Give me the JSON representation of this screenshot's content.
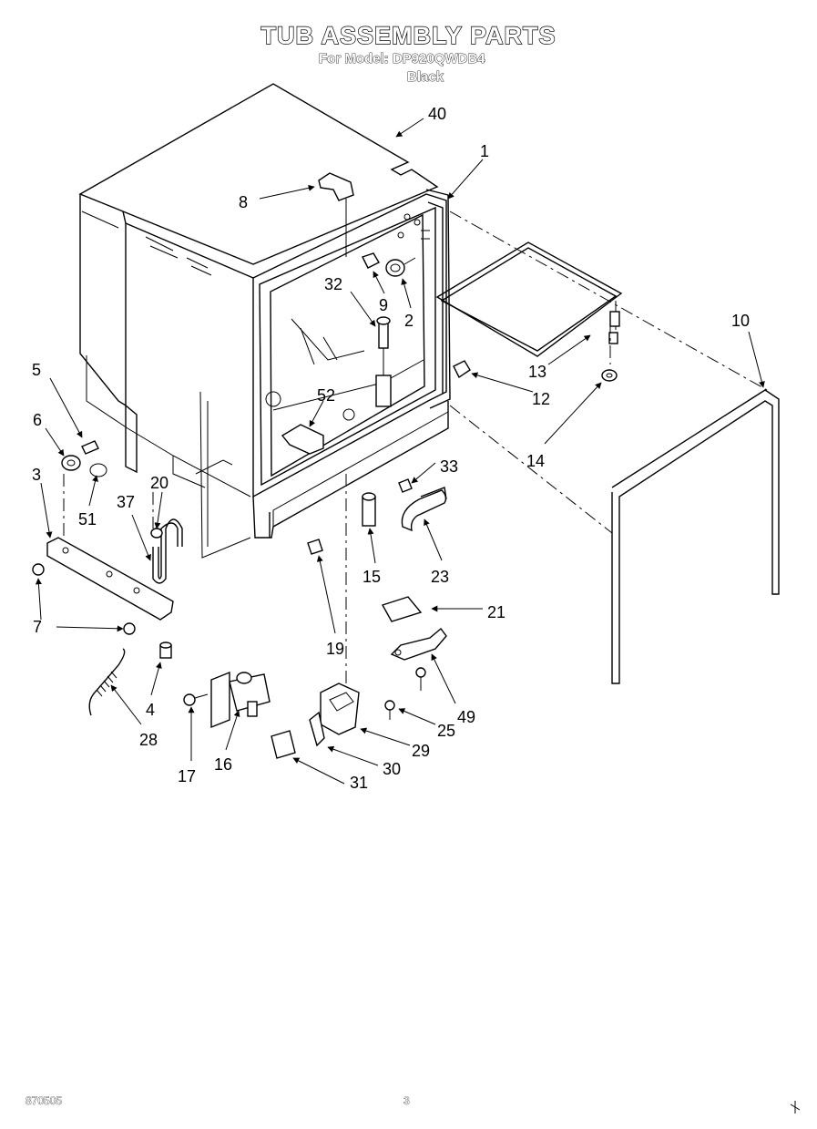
{
  "header": {
    "title": "TUB ASSEMBLY PARTS",
    "model_line": "For Model: DP920QWDB4",
    "color": "Black"
  },
  "footer": {
    "doc_number": "870505",
    "page_number": "3"
  },
  "callouts": {
    "p1": "1",
    "p2": "2",
    "p3": "3",
    "p4": "4",
    "p5": "5",
    "p6": "6",
    "p7": "7",
    "p8": "8",
    "p9": "9",
    "p10": "10",
    "p12": "12",
    "p13": "13",
    "p14": "14",
    "p15": "15",
    "p16": "16",
    "p17": "17",
    "p19": "19",
    "p20": "20",
    "p21": "21",
    "p23": "23",
    "p25": "25",
    "p28": "28",
    "p29": "29",
    "p30": "30",
    "p31": "31",
    "p32": "32",
    "p33": "33",
    "p37": "37",
    "p40": "40",
    "p49": "49",
    "p51": "51",
    "p52": "52"
  }
}
